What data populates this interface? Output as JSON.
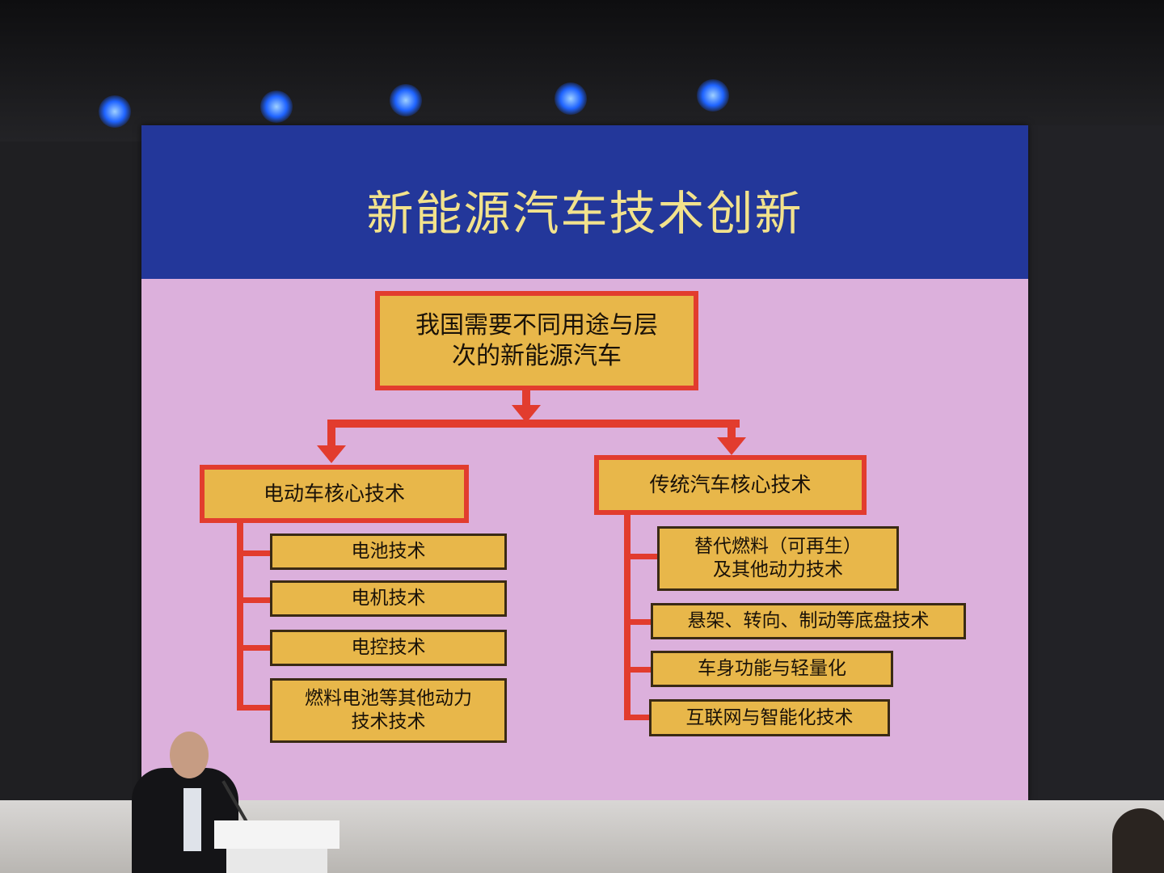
{
  "slide": {
    "title": "新能源汽车技术创新",
    "root": "我国需要不同用途与层\n次的新能源汽车",
    "left_branch": {
      "heading": "电动车核心技术",
      "items": [
        "电池技术",
        "电机技术",
        "电控技术",
        "燃料电池等其他动力\n技术技术"
      ]
    },
    "right_branch": {
      "heading": "传统汽车核心技术",
      "items": [
        "替代燃料（可再生）\n及其他动力技术",
        "悬架、转向、制动等底盘技术",
        "车身功能与轻量化",
        "互联网与智能化技术"
      ]
    }
  },
  "colors": {
    "header_band": "#23379a",
    "slide_background": "#dcb0dc",
    "box_fill": "#e8b74a",
    "connector_red": "#e23c2e",
    "title_text": "#f2e28c"
  }
}
